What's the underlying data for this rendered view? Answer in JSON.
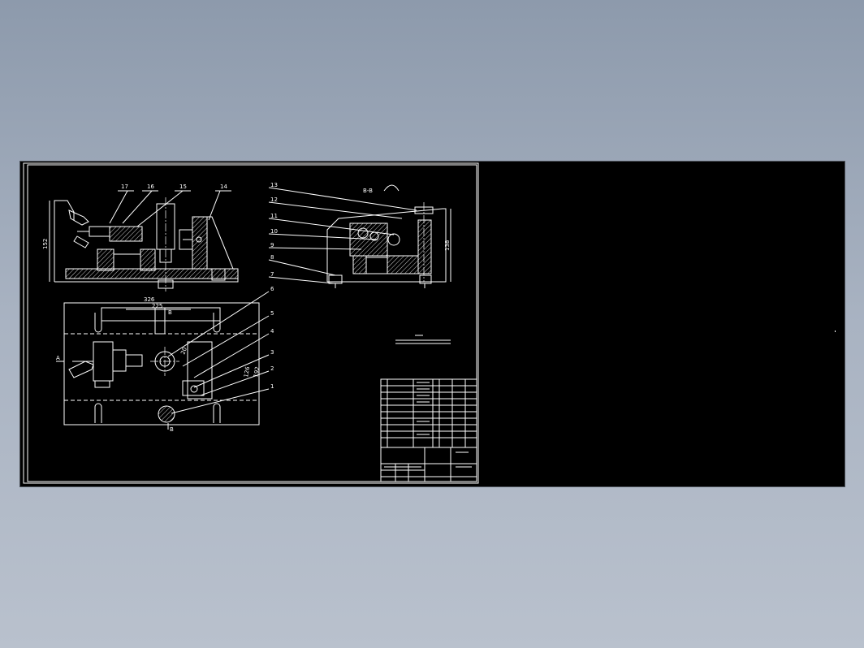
{
  "section_label": "B-B",
  "view_marks": {
    "a": "A",
    "b_top": "B",
    "b_bottom": "B"
  },
  "part_numbers_top": [
    "17",
    "16",
    "15",
    "14"
  ],
  "part_numbers_right": [
    "13",
    "12",
    "11",
    "10",
    "9",
    "8",
    "7"
  ],
  "part_numbers_plan": [
    "6",
    "5",
    "4",
    "3",
    "2",
    "1"
  ],
  "dimensions": {
    "front_height": "152",
    "side_height": "138",
    "plan_width_outer": "326",
    "plan_width_inner": "225",
    "plan_diag_1": "126",
    "plan_diag_2": "192",
    "plan_small": "20"
  },
  "colors": {
    "background_top": "#8d9aac",
    "background_bottom": "#b9c1cd",
    "viewport": "#000000",
    "lines": "#ffffff"
  }
}
